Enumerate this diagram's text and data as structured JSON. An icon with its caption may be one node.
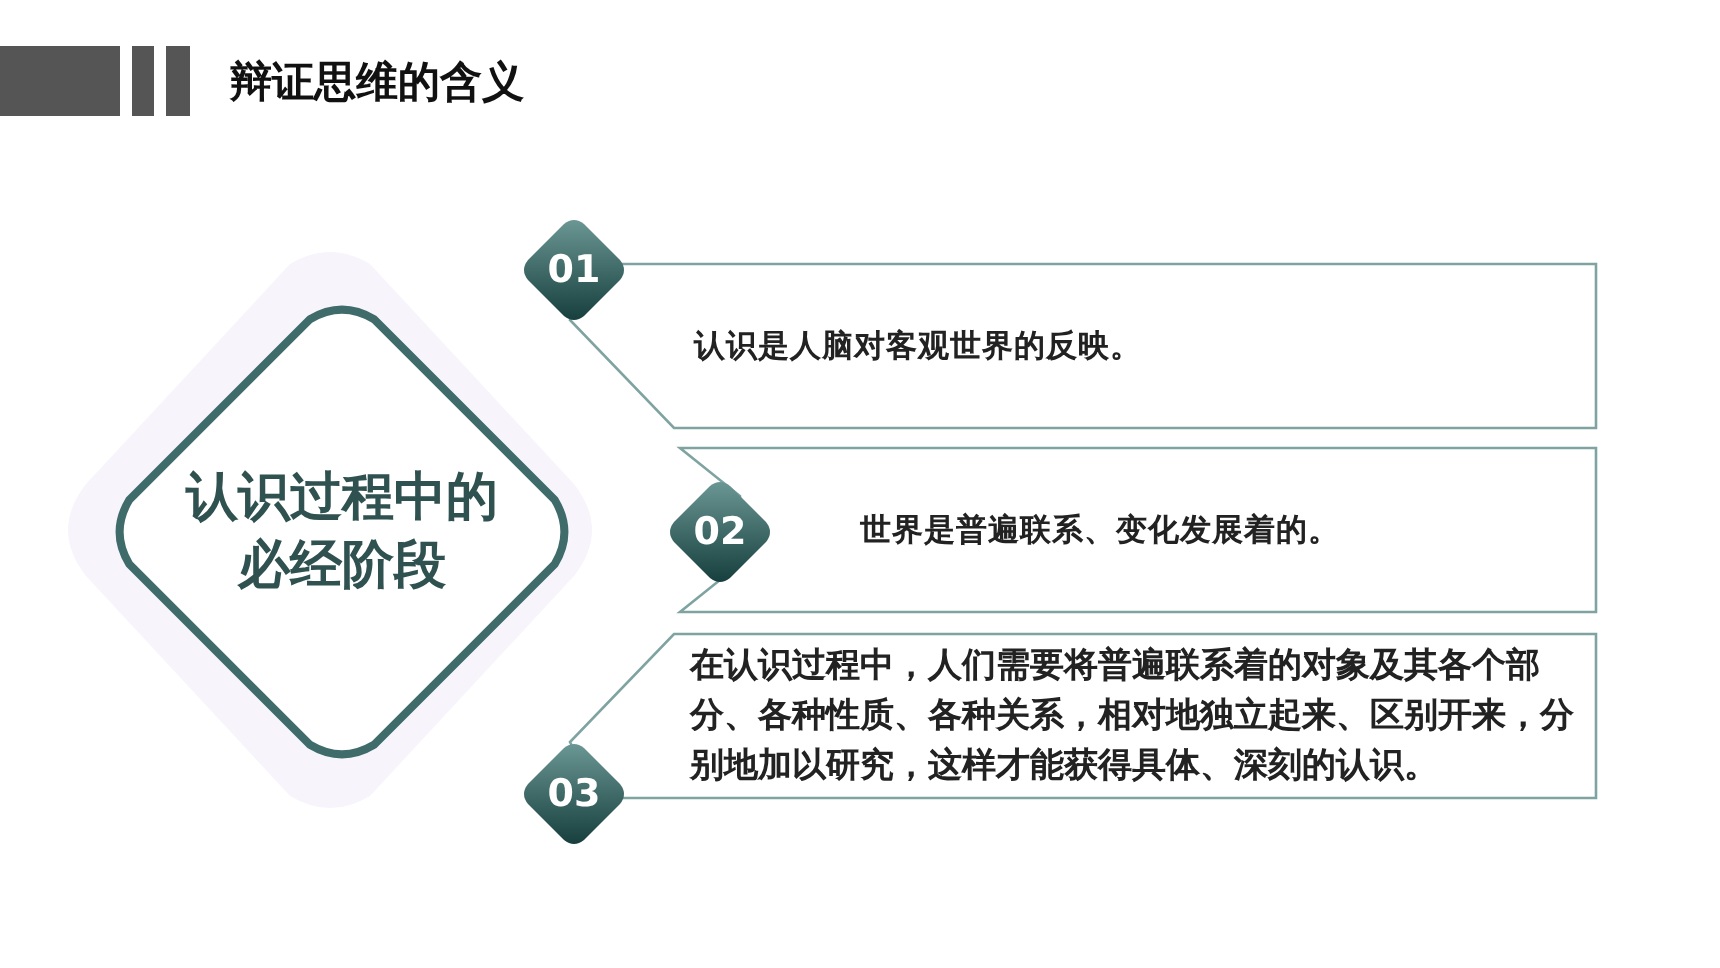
{
  "diagram": {
    "title": "辩证思维的含义",
    "nodes": [
      {
        "text": [
          "认识过程中的必经阶段"
        ]
      },
      {
        "text": [
          "01"
        ]
      },
      {
        "text": [
          "认识是人脑对客观世界的反映。"
        ]
      },
      {
        "text": [
          "02"
        ]
      },
      {
        "text": [
          "世界是普遍联系、变化发展着的。"
        ]
      },
      {
        "text": [
          "03"
        ]
      },
      {
        "text": [
          "在认识过程中，人们需要将普遍联系着的对象及其各个部分、各种性质、各种关系，相对地独立起来、区别开来，分别地加以研究，这样才能获得具体、深刻的认识。"
        ]
      }
    ],
    "edges": []
  }
}
